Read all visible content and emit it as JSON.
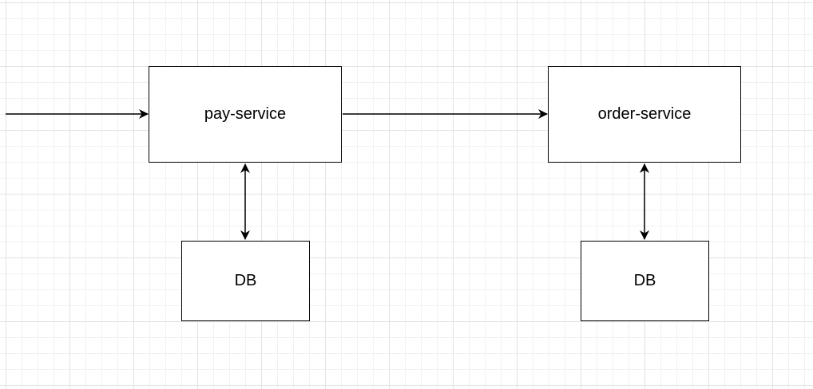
{
  "diagram": {
    "nodes": {
      "pay_service": {
        "label": "pay-service"
      },
      "order_service": {
        "label": "order-service"
      },
      "pay_db": {
        "label": "DB"
      },
      "order_db": {
        "label": "DB"
      }
    },
    "edges": [
      {
        "from": "external",
        "to": "pay_service",
        "direction": "forward"
      },
      {
        "from": "pay_service",
        "to": "order_service",
        "direction": "forward"
      },
      {
        "from": "pay_service",
        "to": "pay_db",
        "direction": "both"
      },
      {
        "from": "order_service",
        "to": "order_db",
        "direction": "both"
      }
    ],
    "colors": {
      "background": "#ffffff",
      "grid": "#e2e2e2",
      "stroke": "#000000"
    }
  }
}
